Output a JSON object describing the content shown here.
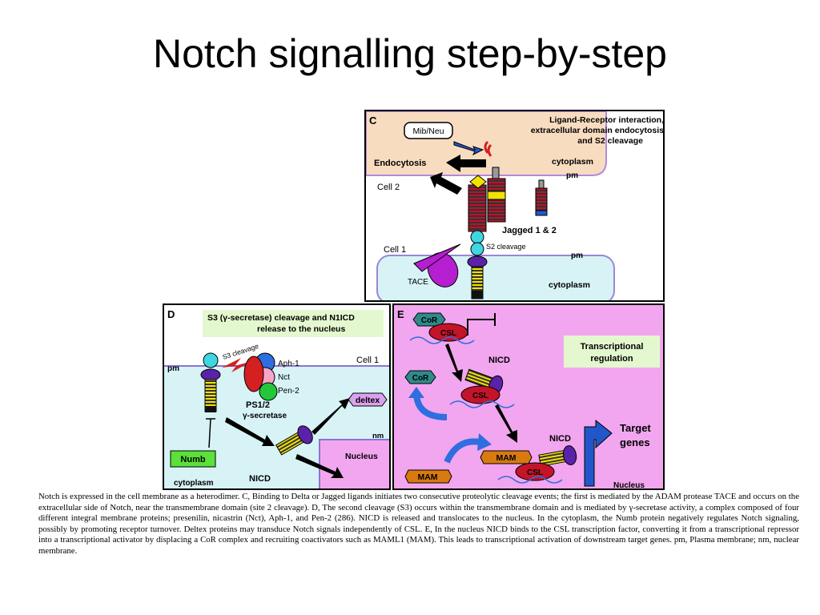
{
  "title": "Notch signalling step-by-step",
  "panel_c": {
    "letter": "C",
    "heading_line1": "Ligand-Receptor interaction,",
    "heading_line2": "extracellular domain endocytosis",
    "heading_line3": "and S2 cleavage",
    "mib_neu": "Mib/Neu",
    "endocytosis": "Endocytosis",
    "cytoplasm_top": "cytoplasm",
    "pm_top": "pm",
    "cell2": "Cell 2",
    "jagged": "Jagged 1 & 2",
    "cell1": "Cell 1",
    "s2_cleavage": "S2 cleavage",
    "pm_bottom": "pm",
    "tace": "TACE",
    "cytoplasm_bottom": "cytoplasm"
  },
  "panel_d": {
    "letter": "D",
    "heading_line1": "S3 (γ-secretase) cleavage and N1ICD",
    "heading_line2": "release to the nucleus",
    "cell1": "Cell 1",
    "pm": "pm",
    "s3_cleavage": "S3 cleavage",
    "aph1": "Aph-1",
    "nct": "Nct",
    "pen2": "Pen-2",
    "ps12": "PS1/2",
    "gamma_secretase": "γ-secretase",
    "deltex": "deltex",
    "nm": "nm",
    "nucleus": "Nucleus",
    "numb": "Numb",
    "cytoplasm": "cytoplasm",
    "nicd": "NICD"
  },
  "panel_e": {
    "letter": "E",
    "cor_top": "CoR",
    "csl_top": "CSL",
    "transcriptional_line1": "Transcriptional",
    "transcriptional_line2": "regulation",
    "nicd_top": "NICD",
    "cor_mid": "CoR",
    "csl_mid": "CSL",
    "nicd_bottom": "NICD",
    "target_line1": "Target",
    "target_line2": "genes",
    "mam_mid": "MAM",
    "csl_bottom": "CSL",
    "mam_bottom": "MAM",
    "nucleus": "Nucleus"
  },
  "caption": "Notch is expressed in the cell membrane as a heterodimer. C, Binding to Delta or Jagged ligands initiates two consecutive proteolytic cleavage events; the first is mediated by the ADAM protease TACE and occurs on the extracellular side of Notch, near the transmembrane domain (site 2 cleavage). D, The second cleavage (S3) occurs within the transmembrane domain and is mediated by γ-secretase activity, a complex composed of four different integral membrane proteins; presenilin, nicastrin (Nct), Aph-1, and Pen-2 (286). NICD is released and translocates to the nucleus. In the cytoplasm, the Numb protein negatively regulates Notch signaling, possibly by promoting receptor turnover. Deltex proteins may transduce Notch signals independently of CSL. E, In the nucleus NICD binds to the CSL transcription factor, converting it from a transcriptional repressor into a transcriptional activator by displacing a CoR complex and recruiting coactivators such as MAML1 (MAM). This leads to transcriptional activation of downstream target genes. pm, Plasma membrane; nm, nuclear membrane."
}
